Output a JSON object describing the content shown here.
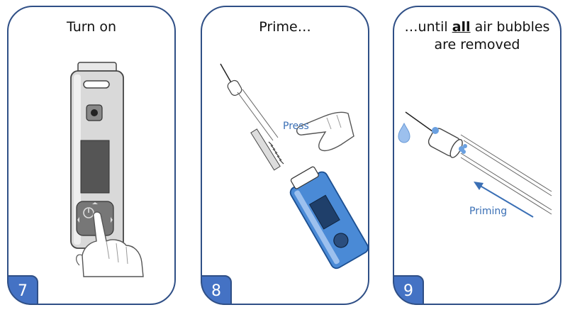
{
  "steps": [
    {
      "number": "7",
      "title": "Turn on"
    },
    {
      "number": "8",
      "title": "Prime…",
      "callout": "Press"
    },
    {
      "number": "9",
      "title_pre": "…until ",
      "title_emph": "all",
      "title_post": " air bubbles",
      "title_line2": "are removed",
      "callout": "Priming"
    }
  ],
  "colors": {
    "border": "#2f4f86",
    "badge": "#4472c4",
    "device_blue": "#4a8ad6",
    "label": "#3a6fb5"
  }
}
